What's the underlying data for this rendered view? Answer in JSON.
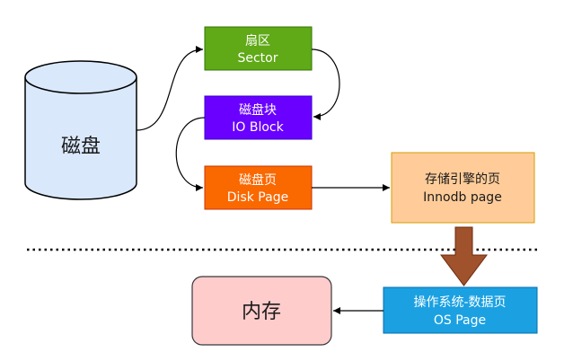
{
  "nodes": {
    "disk": {
      "line1": "磁盘",
      "color": "#dae8fc"
    },
    "sector": {
      "line1": "扇区",
      "line2": "Sector",
      "color": "#60a917"
    },
    "io_block": {
      "line1": "磁盘块",
      "line2": "IO Block",
      "color": "#6a00ff"
    },
    "disk_page": {
      "line1": "磁盘页",
      "line2": "Disk Page",
      "color": "#fa6800"
    },
    "innodb_page": {
      "line1": "存储引擎的页",
      "line2": "Innodb page",
      "color": "#ffcc99"
    },
    "os_page": {
      "line1": "操作系统-数据页",
      "line2": "OS Page",
      "color": "#1ba1e2"
    },
    "memory": {
      "line1": "内存",
      "color": "#ffcccc"
    }
  },
  "colors": {
    "big_arrow": "#a0522d",
    "divider": "#000000"
  }
}
